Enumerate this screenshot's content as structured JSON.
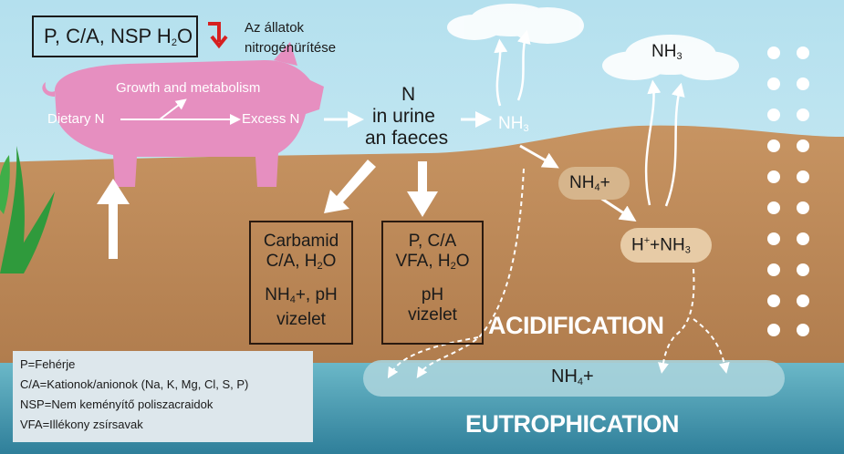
{
  "inputs_box": {
    "text": "P, C/A, NSP H",
    "sub": "2",
    "tail": "O"
  },
  "top_note": {
    "line1": "Az állatok",
    "line2": "nitrogénürítése"
  },
  "pig": {
    "growth": "Growth and metabolism",
    "dietary": "Dietary N",
    "excess": "Excess N"
  },
  "urine": {
    "line1": "N",
    "line2": "in urine",
    "line3": "an faeces"
  },
  "nh3_low": {
    "text": "NH",
    "sub": "3"
  },
  "nh3_high": {
    "text": "NH",
    "sub": "3"
  },
  "nh4_mid": {
    "text": "NH",
    "sub": "4",
    "tail": "+"
  },
  "hnh3": {
    "pre": "H",
    "sup": "+",
    "mid": "+NH",
    "sub": "3"
  },
  "box_left": {
    "l1": "Carbamid",
    "l2_pre": "C/A, H",
    "l2_sub": "2",
    "l2_tail": "O",
    "l3_pre": "NH",
    "l3_sub": "4",
    "l3_tail": "+, pH",
    "l4": "vizelet"
  },
  "box_right": {
    "l1": "P, C/A",
    "l2_pre": "VFA, H",
    "l2_sub": "2",
    "l2_tail": "O",
    "l3": "pH",
    "l4": "vizelet"
  },
  "acidification": "ACIDIFICATION",
  "water_nh4": {
    "text": "NH",
    "sub": "4",
    "tail": "+"
  },
  "eutrophication": "EUTROPHICATION",
  "legend": [
    "P=Fehérje",
    "C/A=Kationok/anionok (Na, K, Mg, Cl, S, P)",
    "NSP=Nem keményítő poliszacraidok",
    "VFA=Illékony zsírsavak"
  ],
  "colors": {
    "sky": "#c8e9f3",
    "soil": "#bb8858",
    "water": "#55a7bb",
    "pig": "#e68fc0",
    "red_arrow": "#d62020"
  }
}
